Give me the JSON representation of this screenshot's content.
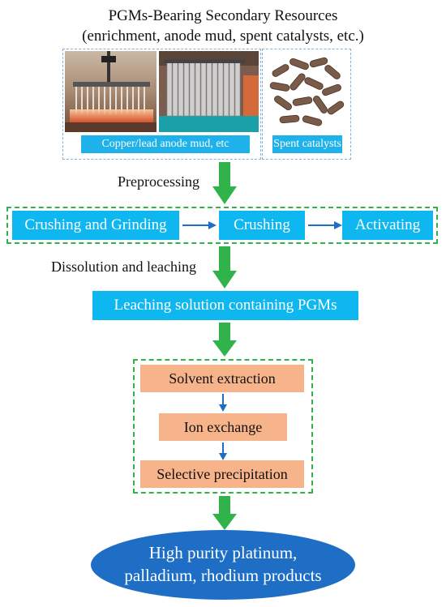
{
  "header": {
    "title_line1": "PGMs-Bearing Secondary Resources",
    "title_line2": "(enrichment, anode mud, spent catalysts, etc.)"
  },
  "images": {
    "caption_left": "Copper/lead anode mud, etc",
    "caption_right": "Spent catalysts"
  },
  "steps": {
    "preprocessing_label": "Preprocessing",
    "pre_boxes": [
      "Crushing and Grinding",
      "Crushing",
      "Activating"
    ],
    "dissolution_label": "Dissolution and leaching",
    "leaching_box": "Leaching solution containing PGMs",
    "separation_boxes": [
      "Solvent extraction",
      "Ion exchange",
      "Selective precipitation"
    ]
  },
  "product": {
    "line1": "High purity platinum,",
    "line2": "palladium, rhodium products"
  },
  "colors": {
    "cyan": "#0eb7ef",
    "orange": "#f7b38a",
    "green_arrow": "#2fb34a",
    "blue_oval": "#1f6ec5",
    "blue_arrow": "#1f6ec5"
  }
}
